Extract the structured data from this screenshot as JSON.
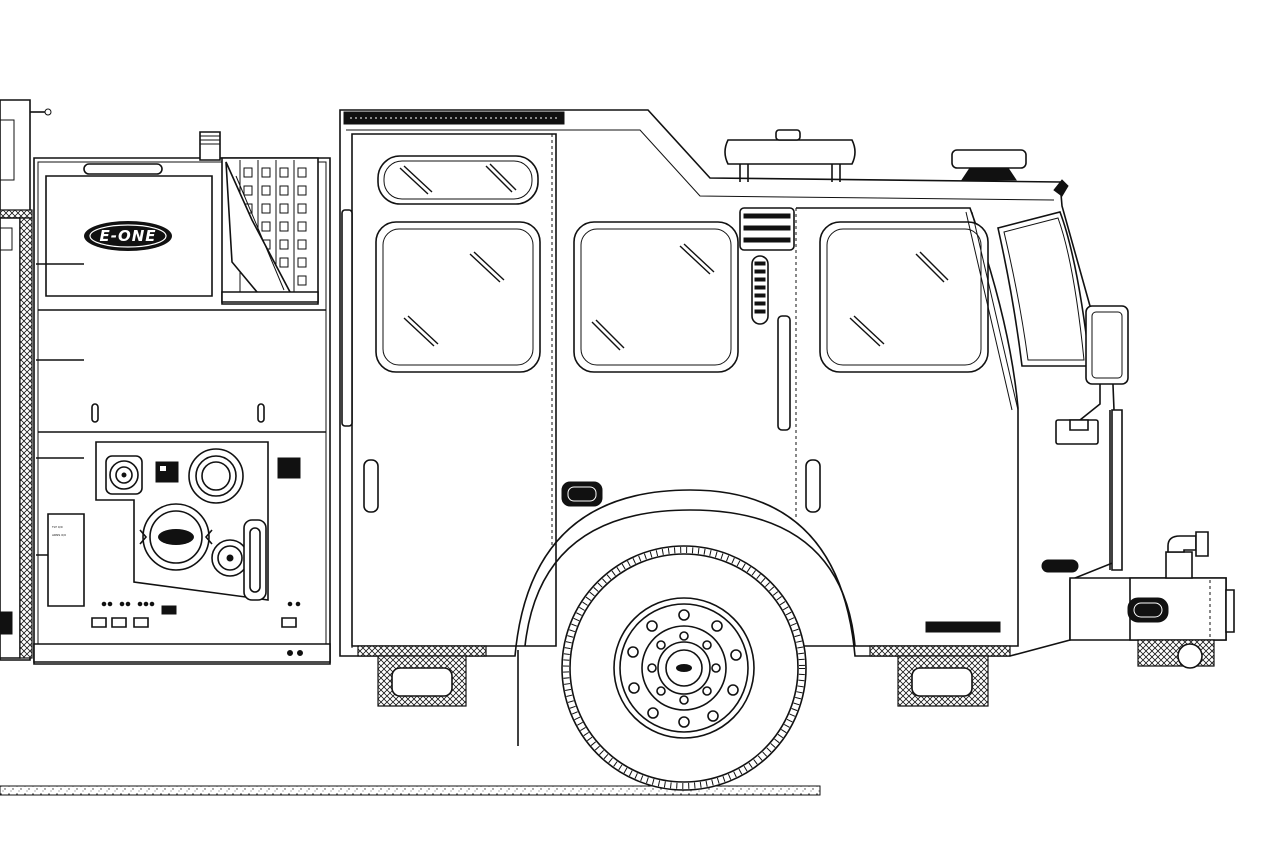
{
  "drawing": {
    "subject": "fire-truck-cab-side-elevation",
    "colors": {
      "line": "#111111",
      "background": "#ffffff"
    }
  },
  "branding": {
    "logo_text": "E-ONE"
  },
  "icons": [
    "ground-line",
    "front-wheel",
    "front-bumper",
    "side-mirror",
    "emergency-light",
    "air-horn",
    "cab-windows",
    "pump-panel"
  ]
}
